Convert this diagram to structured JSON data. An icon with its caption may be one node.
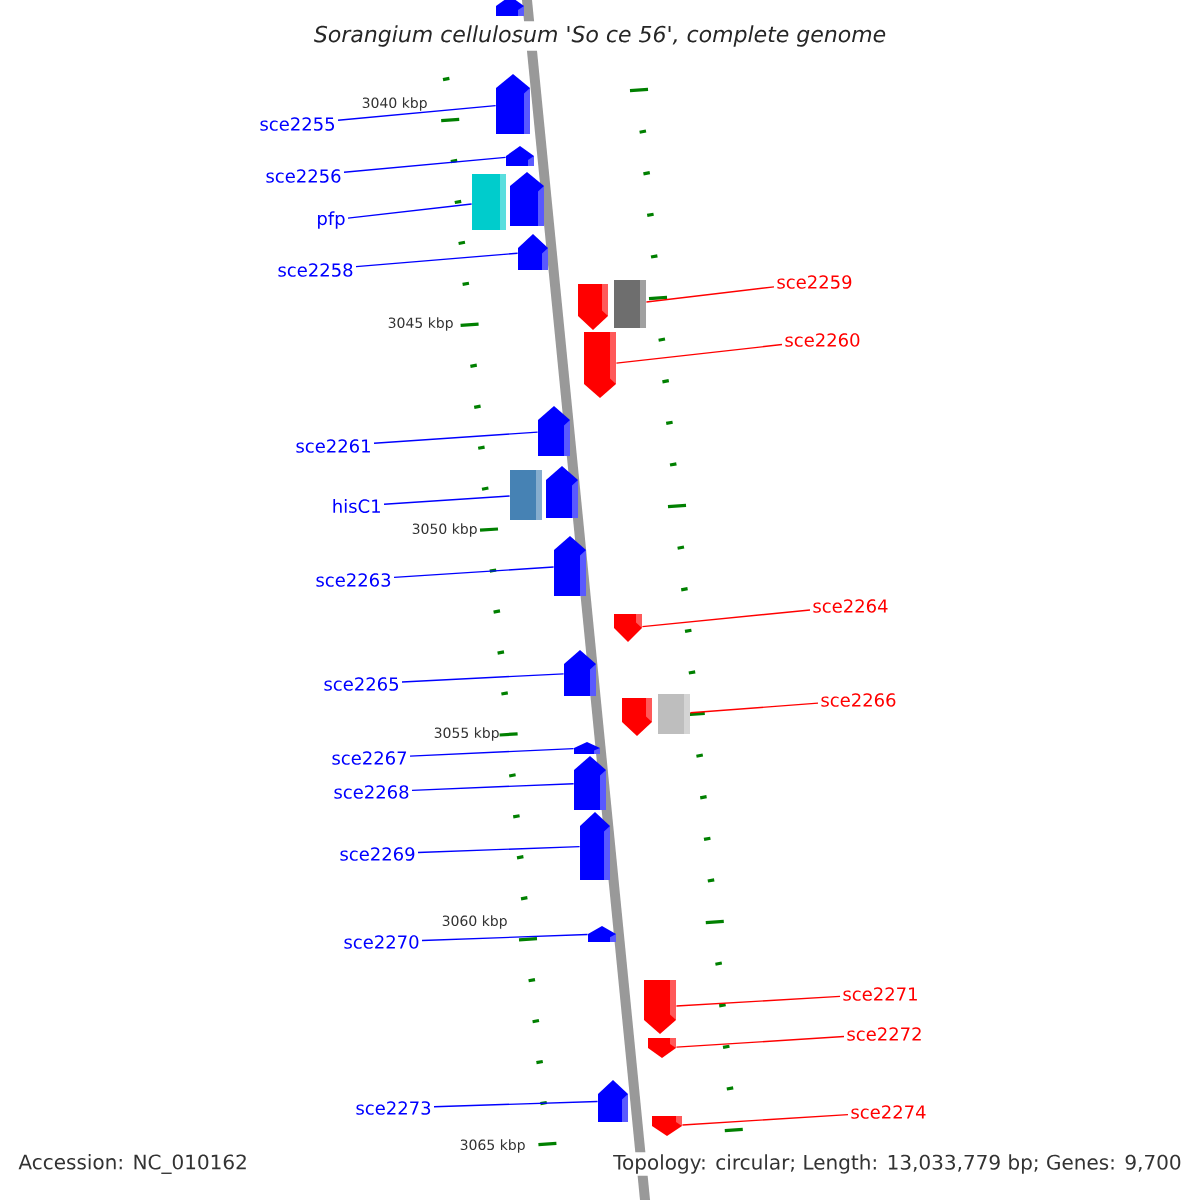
{
  "diagram": {
    "title": "Sorangium cellulosum 'So ce 56', complete genome",
    "nodes": [
      {
        "text": [],
        "shape": "pentagon"
      },
      {
        "text": [],
        "shape": "pentagon"
      },
      {
        "text": [],
        "shape": "pentagon"
      },
      {
        "text": [],
        "shape": "box"
      },
      {
        "text": [],
        "shape": "pentagon"
      },
      {
        "text": [],
        "shape": "pentagon"
      },
      {
        "text": [],
        "shape": "pentagon"
      },
      {
        "text": [],
        "shape": "box"
      },
      {
        "text": [],
        "shape": "pentagon"
      },
      {
        "text": [],
        "shape": "pentagon"
      },
      {
        "text": [],
        "shape": "box"
      },
      {
        "text": [],
        "shape": "pentagon"
      },
      {
        "text": [],
        "shape": "pentagon"
      },
      {
        "text": [],
        "shape": "pentagon"
      },
      {
        "text": [],
        "shape": "pentagon"
      },
      {
        "text": [],
        "shape": "pentagon"
      },
      {
        "text": [],
        "shape": "box"
      },
      {
        "text": [],
        "shape": "pentagon"
      },
      {
        "text": [],
        "shape": "pentagon"
      },
      {
        "text": [],
        "shape": "pentagon"
      },
      {
        "text": [],
        "shape": "pentagon"
      },
      {
        "text": [],
        "shape": "pentagon"
      },
      {
        "text": [],
        "shape": "pentagon"
      },
      {
        "text": [],
        "shape": "pentagon"
      },
      {
        "text": [],
        "shape": "pentagon"
      },
      {
        "text": [
          "sce2255"
        ]
      },
      {
        "text": [
          "sce2256"
        ]
      },
      {
        "text": [
          "pfp"
        ]
      },
      {
        "text": [
          "sce2258"
        ]
      },
      {
        "text": [
          "sce2259"
        ]
      },
      {
        "text": [
          "sce2260"
        ]
      },
      {
        "text": [
          "sce2261"
        ]
      },
      {
        "text": [
          "hisC1"
        ]
      },
      {
        "text": [
          "sce2263"
        ]
      },
      {
        "text": [
          "sce2264"
        ]
      },
      {
        "text": [
          "sce2265"
        ]
      },
      {
        "text": [
          "sce2266"
        ]
      },
      {
        "text": [
          "sce2267"
        ]
      },
      {
        "text": [
          "sce2268"
        ]
      },
      {
        "text": [
          "sce2269"
        ]
      },
      {
        "text": [
          "sce2270"
        ]
      },
      {
        "text": [
          "sce2271"
        ]
      },
      {
        "text": [
          "sce2272"
        ]
      },
      {
        "text": [
          "sce2273"
        ]
      },
      {
        "text": [
          "sce2274"
        ]
      }
    ],
    "edges": [
      {
        "from": 25,
        "to": 1,
        "arrow": "none"
      },
      {
        "from": 26,
        "to": 2,
        "arrow": "none"
      },
      {
        "from": 27,
        "to": 3,
        "arrow": "none"
      },
      {
        "from": 28,
        "to": 5,
        "arrow": "none"
      },
      {
        "from": 29,
        "to": 7,
        "arrow": "none",
        "color": "#ff0000"
      },
      {
        "from": 30,
        "to": 8,
        "arrow": "none",
        "color": "#ff0000"
      },
      {
        "from": 31,
        "to": 9,
        "arrow": "none"
      },
      {
        "from": 32,
        "to": 10,
        "arrow": "none"
      },
      {
        "from": 33,
        "to": 12,
        "arrow": "none"
      },
      {
        "from": 34,
        "to": 13,
        "arrow": "none",
        "color": "#ff0000"
      },
      {
        "from": 35,
        "to": 14,
        "arrow": "none"
      },
      {
        "from": 36,
        "to": 16,
        "arrow": "none",
        "color": "#ff0000"
      },
      {
        "from": 37,
        "to": 17,
        "arrow": "none"
      },
      {
        "from": 38,
        "to": 18,
        "arrow": "none"
      },
      {
        "from": 39,
        "to": 19,
        "arrow": "none"
      },
      {
        "from": 40,
        "to": 20,
        "arrow": "none"
      },
      {
        "from": 41,
        "to": 21,
        "arrow": "none",
        "color": "#ff0000"
      },
      {
        "from": 42,
        "to": 22,
        "arrow": "none",
        "color": "#ff0000"
      },
      {
        "from": 43,
        "to": 23,
        "arrow": "none"
      },
      {
        "from": 44,
        "to": 24,
        "arrow": "none",
        "color": "#ff0000"
      }
    ],
    "labels": [
      "3040 kbp",
      "3045 kbp",
      "3050 kbp",
      "3055 kbp",
      "3060 kbp",
      "3065 kbp",
      "Accession: NC_010162",
      "Topology: circular; Length: 13,033,779 bp; Genes: 9,700"
    ]
  }
}
